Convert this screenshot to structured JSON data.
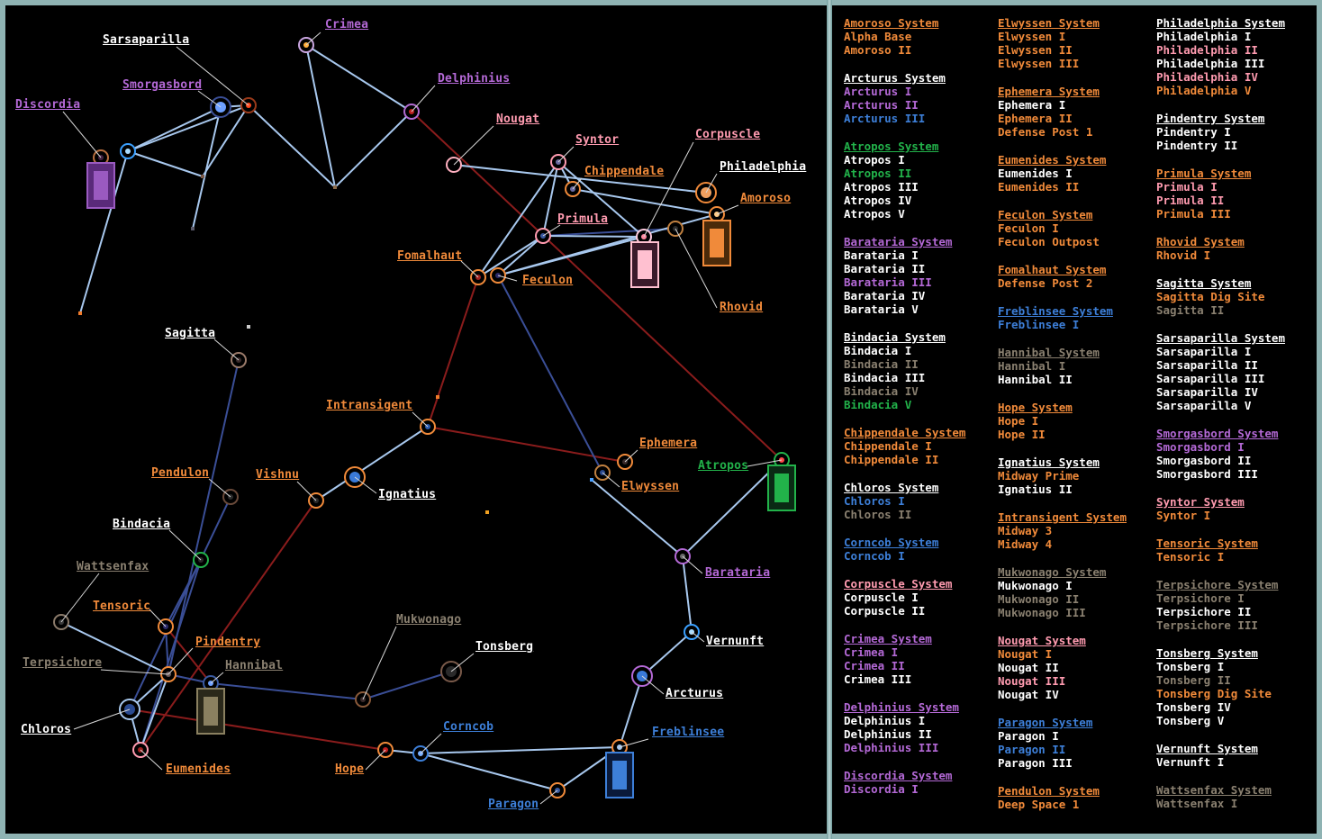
{
  "colors": {
    "orange": "#f08a3a",
    "violet": "#b469d6",
    "white": "#ffffff",
    "pink": "#ff9bb0",
    "blue": "#3d7fd8",
    "green": "#22b24a",
    "gray": "#8a8070",
    "route_light": "#a8c8ee",
    "route_dark": "#3a4e96",
    "route_red": "#8a1c1c"
  },
  "map_labels": [
    {
      "name": "Crimea",
      "color": "violet"
    },
    {
      "name": "Sarsaparilla",
      "color": "white"
    },
    {
      "name": "Smorgasbord",
      "color": "violet"
    },
    {
      "name": "Delphinius",
      "color": "violet"
    },
    {
      "name": "Discordia",
      "color": "violet"
    },
    {
      "name": "Nougat",
      "color": "pink"
    },
    {
      "name": "Syntor",
      "color": "pink"
    },
    {
      "name": "Corpuscle",
      "color": "pink"
    },
    {
      "name": "Chippendale",
      "color": "orange"
    },
    {
      "name": "Philadelphia",
      "color": "white"
    },
    {
      "name": "Amoroso",
      "color": "orange"
    },
    {
      "name": "Primula",
      "color": "pink"
    },
    {
      "name": "Fomalhaut",
      "color": "orange"
    },
    {
      "name": "Feculon",
      "color": "orange"
    },
    {
      "name": "Rhovid",
      "color": "orange"
    },
    {
      "name": "Sagitta",
      "color": "white"
    },
    {
      "name": "Intransigent",
      "color": "orange"
    },
    {
      "name": "Ephemera",
      "color": "orange"
    },
    {
      "name": "Atropos",
      "color": "green"
    },
    {
      "name": "Pendulon",
      "color": "orange"
    },
    {
      "name": "Vishnu",
      "color": "orange"
    },
    {
      "name": "Ignatius",
      "color": "white"
    },
    {
      "name": "Elwyssen",
      "color": "orange"
    },
    {
      "name": "Bindacia",
      "color": "white"
    },
    {
      "name": "Barataria",
      "color": "violet"
    },
    {
      "name": "Wattsenfax",
      "color": "gray"
    },
    {
      "name": "Tensoric",
      "color": "orange"
    },
    {
      "name": "Pindentry",
      "color": "orange"
    },
    {
      "name": "Mukwonago",
      "color": "gray"
    },
    {
      "name": "Vernunft",
      "color": "white"
    },
    {
      "name": "Tonsberg",
      "color": "white"
    },
    {
      "name": "Terpsichore",
      "color": "gray"
    },
    {
      "name": "Hannibal",
      "color": "gray"
    },
    {
      "name": "Arcturus",
      "color": "white"
    },
    {
      "name": "Chloros",
      "color": "white"
    },
    {
      "name": "Corncob",
      "color": "blue"
    },
    {
      "name": "Freblinsee",
      "color": "blue"
    },
    {
      "name": "Eumenides",
      "color": "orange"
    },
    {
      "name": "Hope",
      "color": "orange"
    },
    {
      "name": "Paragon",
      "color": "blue"
    }
  ],
  "systems_columns": [
    [
      {
        "name": "Amoroso System",
        "color": "orange",
        "planets": [
          [
            "Alpha Base",
            "orange"
          ],
          [
            "Amoroso II",
            "orange"
          ]
        ]
      },
      {
        "name": "Arcturus System",
        "color": "white",
        "planets": [
          [
            "Arcturus I",
            "violet"
          ],
          [
            "Arcturus II",
            "violet"
          ],
          [
            "Arcturus III",
            "blue"
          ]
        ]
      },
      {
        "name": "Atropos System",
        "color": "green",
        "planets": [
          [
            "Atropos I",
            "white"
          ],
          [
            "Atropos II",
            "green"
          ],
          [
            "Atropos III",
            "white"
          ],
          [
            "Atropos IV",
            "white"
          ],
          [
            "Atropos V",
            "white"
          ]
        ]
      },
      {
        "name": "Barataria System",
        "color": "violet",
        "planets": [
          [
            "Barataria I",
            "white"
          ],
          [
            "Barataria II",
            "white"
          ],
          [
            "Barataria III",
            "violet"
          ],
          [
            "Barataria IV",
            "white"
          ],
          [
            "Barataria V",
            "white"
          ]
        ]
      },
      {
        "name": "Bindacia System",
        "color": "white",
        "planets": [
          [
            "Bindacia I",
            "white"
          ],
          [
            "Bindacia II",
            "gray"
          ],
          [
            "Bindacia III",
            "white"
          ],
          [
            "Bindacia IV",
            "gray"
          ],
          [
            "Bindacia V",
            "green"
          ]
        ]
      },
      {
        "name": "Chippendale System",
        "color": "orange",
        "planets": [
          [
            "Chippendale I",
            "orange"
          ],
          [
            "Chippendale II",
            "orange"
          ]
        ]
      },
      {
        "name": "Chloros System",
        "color": "white",
        "planets": [
          [
            "Chloros I",
            "blue"
          ],
          [
            "Chloros II",
            "gray"
          ]
        ]
      },
      {
        "name": "Corncob System",
        "color": "blue",
        "planets": [
          [
            "Corncob I",
            "blue"
          ]
        ]
      },
      {
        "name": "Corpuscle System",
        "color": "pink",
        "planets": [
          [
            "Corpuscle I",
            "white"
          ],
          [
            "Corpuscle II",
            "white"
          ]
        ]
      },
      {
        "name": "Crimea System",
        "color": "violet",
        "planets": [
          [
            "Crimea I",
            "violet"
          ],
          [
            "Crimea II",
            "violet"
          ],
          [
            "Crimea III",
            "white"
          ]
        ]
      },
      {
        "name": "Delphinius System",
        "color": "violet",
        "planets": [
          [
            "Delphinius I",
            "white"
          ],
          [
            "Delphinius II",
            "white"
          ],
          [
            "Delphinius III",
            "violet"
          ]
        ]
      },
      {
        "name": "Discordia System",
        "color": "violet",
        "planets": [
          [
            "Discordia I",
            "violet"
          ]
        ]
      }
    ],
    [
      {
        "name": "Elwyssen System",
        "color": "orange",
        "planets": [
          [
            "Elwyssen I",
            "orange"
          ],
          [
            "Elwyssen II",
            "orange"
          ],
          [
            "Elwyssen III",
            "orange"
          ]
        ]
      },
      {
        "name": "Ephemera System",
        "color": "orange",
        "planets": [
          [
            "Ephemera I",
            "white"
          ],
          [
            "Ephemera II",
            "orange"
          ],
          [
            "Defense Post 1",
            "orange"
          ]
        ]
      },
      {
        "name": "Eumenides System",
        "color": "orange",
        "planets": [
          [
            "Eumenides I",
            "white"
          ],
          [
            "Eumenides II",
            "orange"
          ]
        ]
      },
      {
        "name": "Feculon System",
        "color": "orange",
        "planets": [
          [
            "Feculon I",
            "orange"
          ],
          [
            "Feculon Outpost",
            "orange"
          ]
        ]
      },
      {
        "name": "Fomalhaut System",
        "color": "orange",
        "planets": [
          [
            "Defense Post 2",
            "orange"
          ]
        ]
      },
      {
        "name": "Freblinsee System",
        "color": "blue",
        "planets": [
          [
            "Freblinsee I",
            "blue"
          ]
        ]
      },
      {
        "name": "Hannibal System",
        "color": "gray",
        "planets": [
          [
            "Hannibal I",
            "gray"
          ],
          [
            "Hannibal II",
            "white"
          ]
        ]
      },
      {
        "name": "Hope System",
        "color": "orange",
        "planets": [
          [
            "Hope I",
            "orange"
          ],
          [
            "Hope II",
            "orange"
          ]
        ]
      },
      {
        "name": "Ignatius System",
        "color": "white",
        "planets": [
          [
            "Midway Prime",
            "orange"
          ],
          [
            "Ignatius II",
            "white"
          ]
        ]
      },
      {
        "name": "Intransigent System",
        "color": "orange",
        "planets": [
          [
            "Midway 3",
            "orange"
          ],
          [
            "Midway 4",
            "orange"
          ]
        ]
      },
      {
        "name": "Mukwonago System",
        "color": "gray",
        "planets": [
          [
            "Mukwonago I",
            "white"
          ],
          [
            "Mukwonago II",
            "gray"
          ],
          [
            "Mukwonago III",
            "gray"
          ]
        ]
      },
      {
        "name": "Nougat System",
        "color": "pink",
        "planets": [
          [
            "Nougat I",
            "orange"
          ],
          [
            "Nougat II",
            "white"
          ],
          [
            "Nougat III",
            "pink"
          ],
          [
            "Nougat IV",
            "white"
          ]
        ]
      },
      {
        "name": "Paragon System",
        "color": "blue",
        "planets": [
          [
            "Paragon I",
            "white"
          ],
          [
            "Paragon II",
            "blue"
          ],
          [
            "Paragon III",
            "white"
          ]
        ]
      },
      {
        "name": "Pendulon System",
        "color": "orange",
        "planets": [
          [
            "Deep Space 1",
            "orange"
          ]
        ]
      }
    ],
    [
      {
        "name": "Philadelphia System",
        "color": "white",
        "planets": [
          [
            "Philadelphia I",
            "white"
          ],
          [
            "Philadelphia II",
            "pink"
          ],
          [
            "Philadelphia III",
            "white"
          ],
          [
            "Philadelphia IV",
            "pink"
          ],
          [
            "Philadelphia V",
            "orange"
          ]
        ]
      },
      {
        "name": "Pindentry System",
        "color": "white",
        "planets": [
          [
            "Pindentry I",
            "white"
          ],
          [
            "Pindentry II",
            "white"
          ]
        ]
      },
      {
        "name": "Primula System",
        "color": "orange",
        "planets": [
          [
            "Primula I",
            "pink"
          ],
          [
            "Primula II",
            "pink"
          ],
          [
            "Primula III",
            "orange"
          ]
        ]
      },
      {
        "name": "Rhovid System",
        "color": "orange",
        "planets": [
          [
            "Rhovid I",
            "orange"
          ]
        ]
      },
      {
        "name": "Sagitta System",
        "color": "white",
        "planets": [
          [
            "Sagitta Dig Site",
            "orange"
          ],
          [
            "Sagitta II",
            "gray"
          ]
        ]
      },
      {
        "name": "Sarsaparilla System",
        "color": "white",
        "planets": [
          [
            "Sarsaparilla I",
            "white"
          ],
          [
            "Sarsaparilla II",
            "white"
          ],
          [
            "Sarsaparilla III",
            "white"
          ],
          [
            "Sarsaparilla IV",
            "white"
          ],
          [
            "Sarsaparilla V",
            "white"
          ]
        ]
      },
      {
        "name": "Smorgasbord System",
        "color": "violet",
        "planets": [
          [
            "Smorgasbord I",
            "violet"
          ],
          [
            "Smorgasbord II",
            "white"
          ],
          [
            "Smorgasbord III",
            "white"
          ]
        ]
      },
      {
        "name": "Syntor System",
        "color": "pink",
        "planets": [
          [
            "Syntor I",
            "orange"
          ]
        ]
      },
      {
        "name": "Tensoric System",
        "color": "orange",
        "planets": [
          [
            "Tensoric I",
            "orange"
          ]
        ]
      },
      {
        "name": "Terpsichore System",
        "color": "gray",
        "planets": [
          [
            "Terpsichore I",
            "gray"
          ],
          [
            "Terpsichore II",
            "white"
          ],
          [
            "Terpsichore III",
            "gray"
          ]
        ]
      },
      {
        "name": "Tonsberg System",
        "color": "white",
        "planets": [
          [
            "Tonsberg I",
            "white"
          ],
          [
            "Tonsberg II",
            "gray"
          ],
          [
            "Tonsberg Dig Site",
            "orange"
          ],
          [
            "Tonsberg IV",
            "white"
          ],
          [
            "Tonsberg V",
            "white"
          ]
        ]
      },
      {
        "name": "Vernunft System",
        "color": "white",
        "planets": [
          [
            "Vernunft I",
            "white"
          ]
        ]
      },
      {
        "name": "Wattsenfax System",
        "color": "gray",
        "planets": [
          [
            "Wattsenfax I",
            "gray"
          ]
        ]
      }
    ]
  ]
}
